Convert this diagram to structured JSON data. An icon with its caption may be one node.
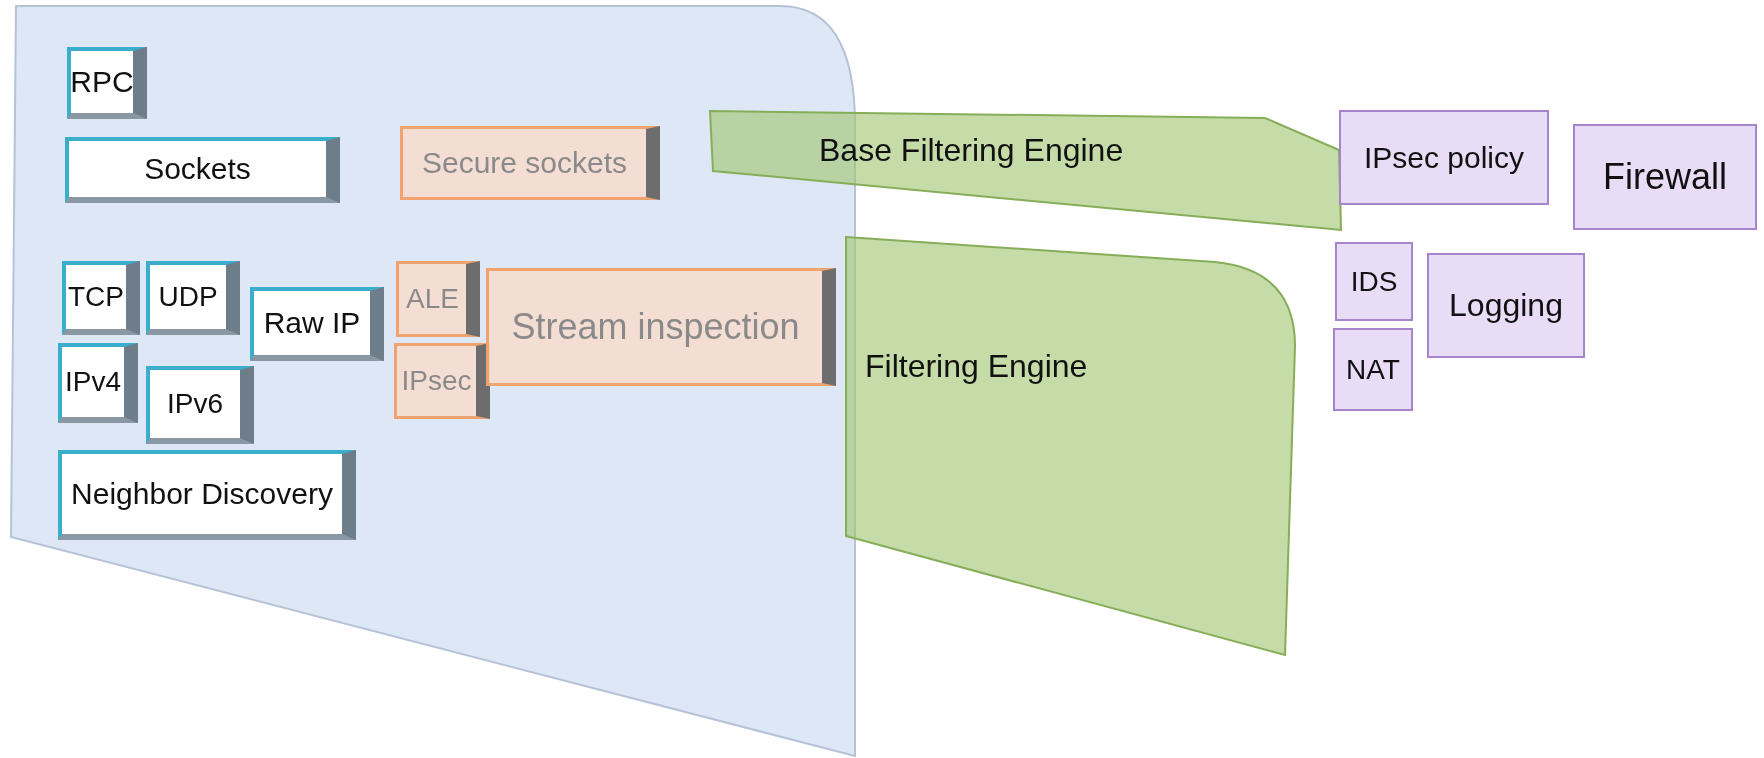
{
  "diagram": {
    "nodes": [
      {
        "text": [],
        "shape": "box"
      },
      {
        "text": [
          "RPC"
        ],
        "in": 0
      },
      {
        "text": [
          "Sockets"
        ],
        "in": 0
      },
      {
        "text": [
          "TCP"
        ],
        "in": 0
      },
      {
        "text": [
          "UDP"
        ],
        "in": 0
      },
      {
        "text": [
          "Raw IP"
        ],
        "in": 0
      },
      {
        "text": [
          "IPv4"
        ],
        "in": 0
      },
      {
        "text": [
          "IPv6"
        ],
        "in": 0
      },
      {
        "text": [
          "Neighbor Discovery"
        ],
        "in": 0
      },
      {
        "text": [
          "Secure sockets"
        ],
        "in": 0
      },
      {
        "text": [
          "ALE"
        ],
        "in": 0
      },
      {
        "text": [
          "IPsec"
        ],
        "in": 0
      },
      {
        "text": [
          "Stream inspection"
        ],
        "in": 0
      },
      {
        "text": [
          "Base Filtering Engine"
        ]
      },
      {
        "text": [
          "Filtering Engine"
        ]
      },
      {
        "text": [
          "IPsec policy"
        ]
      },
      {
        "text": [
          "Firewall"
        ]
      },
      {
        "text": [
          "IDS"
        ]
      },
      {
        "text": [
          "Logging"
        ]
      },
      {
        "text": [
          "NAT"
        ]
      }
    ]
  }
}
